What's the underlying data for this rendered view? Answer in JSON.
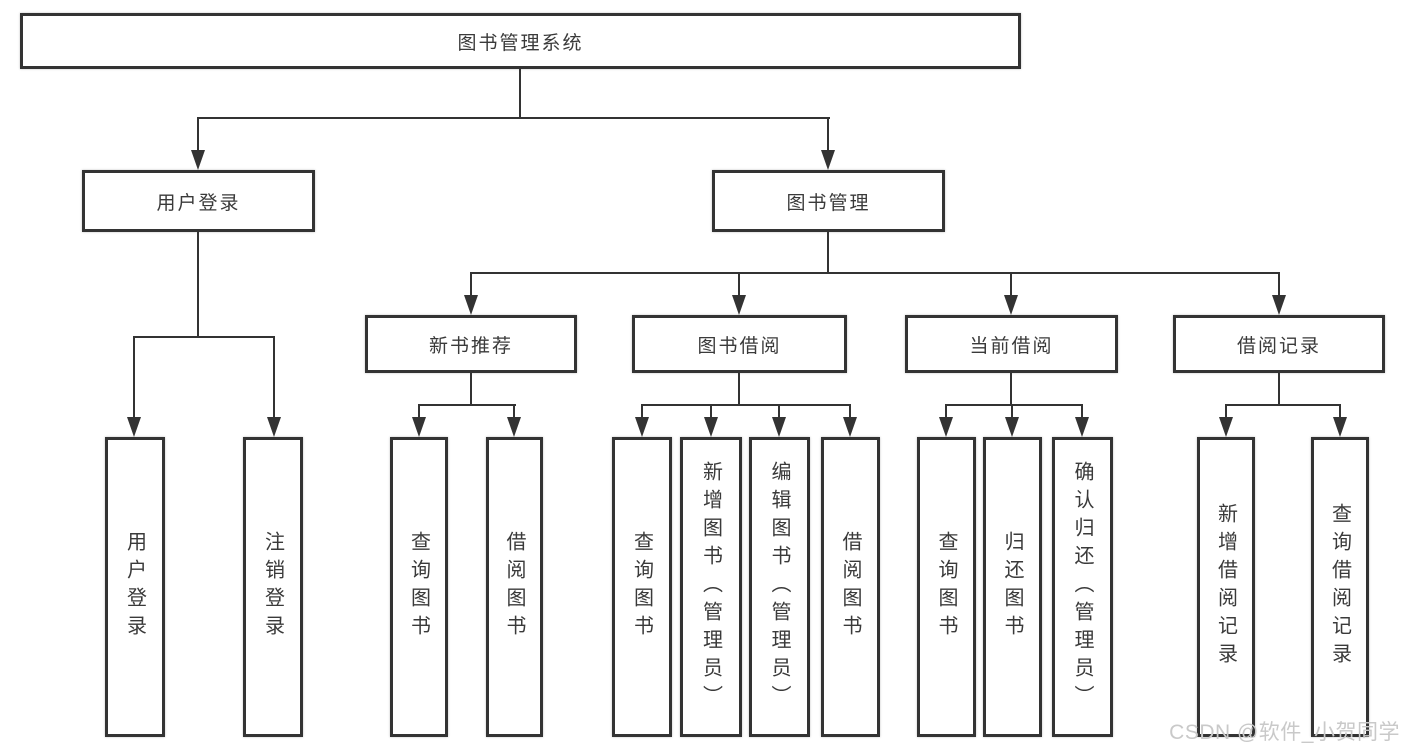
{
  "diagram": {
    "root": {
      "label": "图书管理系统"
    },
    "branches": [
      {
        "label": "用户登录",
        "children": [
          {
            "label": "用户登录"
          },
          {
            "label": "注销登录"
          }
        ]
      },
      {
        "label": "图书管理",
        "children": [
          {
            "label": "新书推荐",
            "children": [
              {
                "label": "查询图书"
              },
              {
                "label": "借阅图书"
              }
            ]
          },
          {
            "label": "图书借阅",
            "children": [
              {
                "label": "查询图书"
              },
              {
                "label": "新增图书（管理员）"
              },
              {
                "label": "编辑图书（管理员）"
              },
              {
                "label": "借阅图书"
              }
            ]
          },
          {
            "label": "当前借阅",
            "children": [
              {
                "label": "查询图书"
              },
              {
                "label": "归还图书"
              },
              {
                "label": "确认归还（管理员）"
              }
            ]
          },
          {
            "label": "借阅记录",
            "children": [
              {
                "label": "新增借阅记录"
              },
              {
                "label": "查询借阅记录"
              }
            ]
          }
        ]
      }
    ]
  },
  "watermark": {
    "text": "CSDN @软件_小贺同学"
  },
  "colors": {
    "line": "#333333",
    "text": "#3a3a3a",
    "background": "#ffffff",
    "watermark": "#c9c9c9"
  }
}
